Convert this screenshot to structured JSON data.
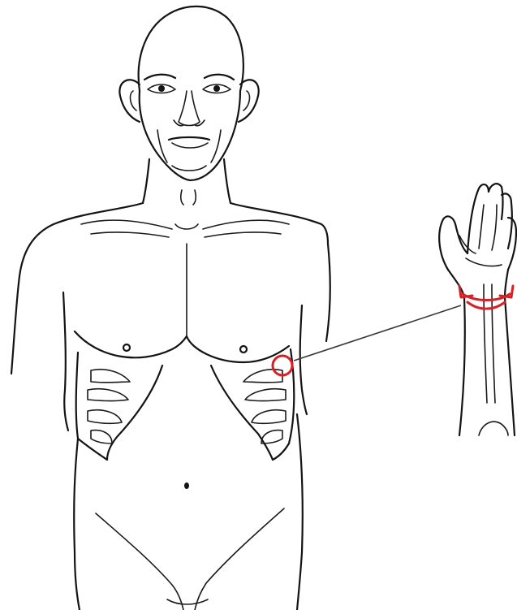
{
  "colors": {
    "ink": "#141414",
    "accent": "#d81f26",
    "leader": "#3a3a3a",
    "background": "#ffffff"
  },
  "figure": {
    "subject": "male-torso-line-drawing",
    "marker": "circle-marker",
    "inset": "raised-hand-forearm",
    "rotation_indicator": "bidirectional-arrow-icon"
  }
}
